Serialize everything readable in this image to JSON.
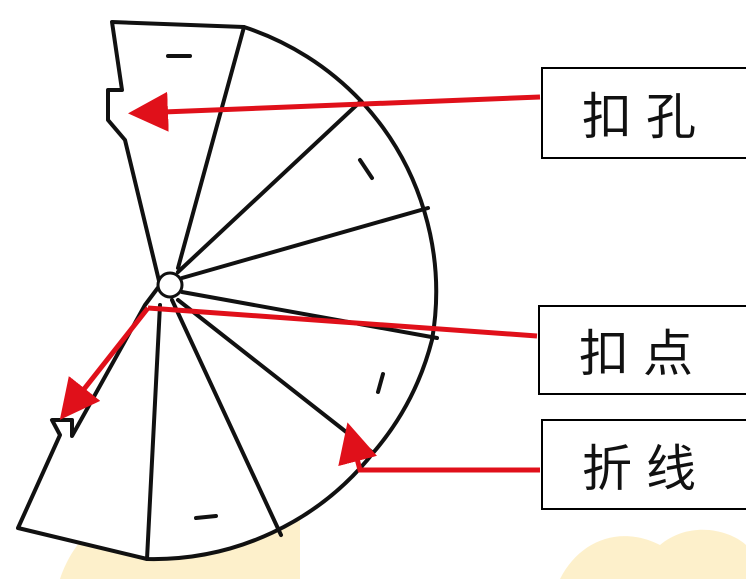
{
  "labels": {
    "buckle_hole": "扣孔",
    "buckle_point": "扣点",
    "fold_line": "折线"
  },
  "colors": {
    "outline": "#111111",
    "arrow": "#e0101a",
    "watermark": "#fbe9b0",
    "background": "#ffffff"
  }
}
